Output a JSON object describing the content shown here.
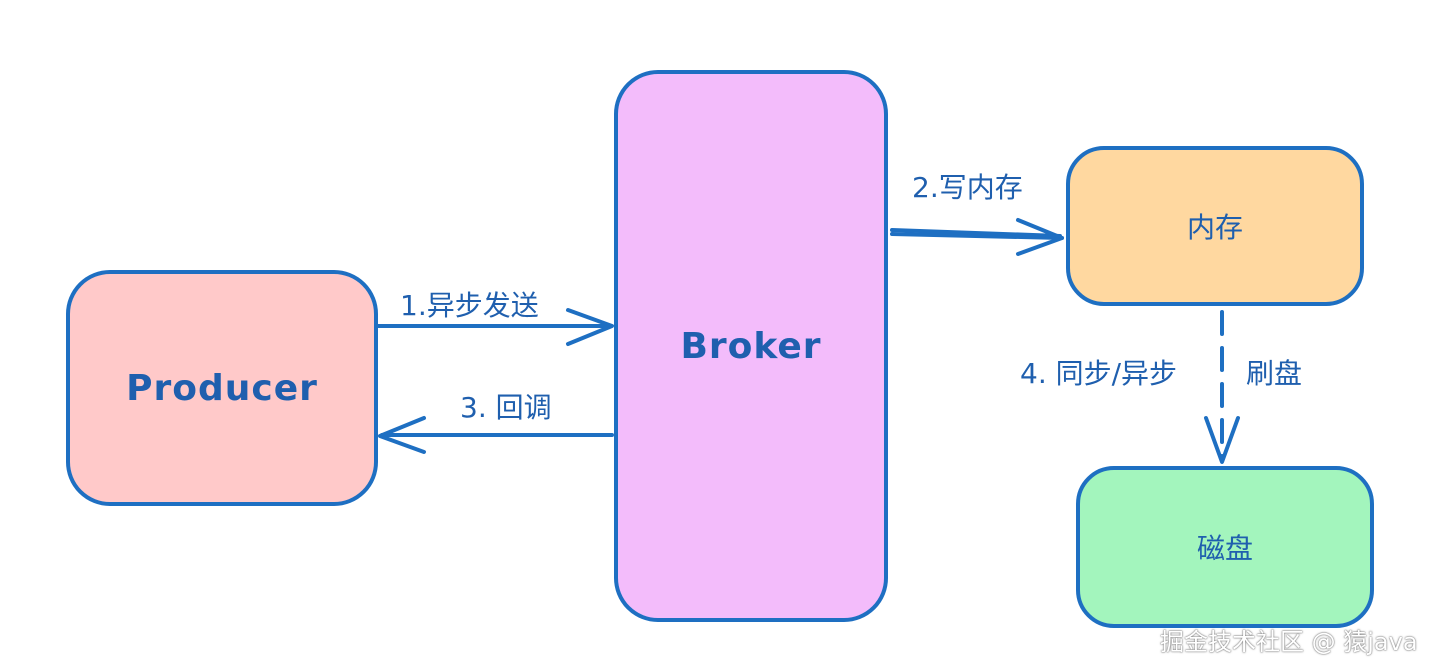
{
  "nodes": {
    "producer": "Producer",
    "broker": "Broker",
    "memory": "内存",
    "disk": "磁盘"
  },
  "edges": {
    "async_send": "1.异步发送",
    "write_memory": "2.写内存",
    "callback": "3. 回调",
    "sync_async": "4. 同步/异步",
    "flush": "刷盘"
  },
  "watermark": "掘金技术社区 @ 猿java",
  "colors": {
    "stroke": "#1e6fc2",
    "text": "#1f5fae",
    "producer_fill": "#ffc9c9",
    "broker_fill": "#f3bcfb",
    "memory_fill": "#ffd8a0",
    "disk_fill": "#a3f5bd"
  }
}
